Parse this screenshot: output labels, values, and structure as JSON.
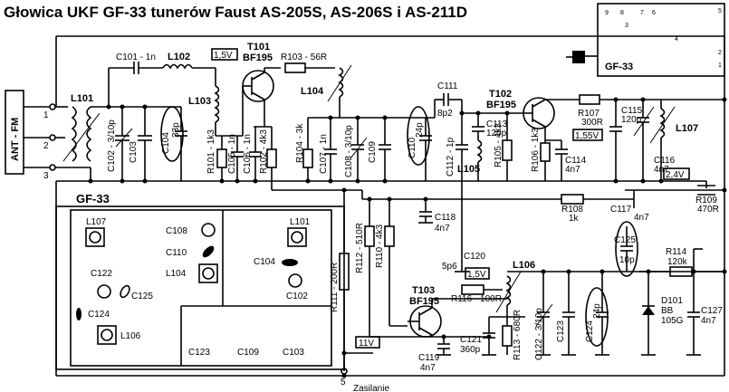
{
  "title": "Głowica UKF GF-33 tunerów Faust AS-205S, AS-206S i AS-211D",
  "antenna": {
    "label": "ANT - FM",
    "pins": [
      "1",
      "2",
      "3"
    ]
  },
  "supply": {
    "pin": "5",
    "label": "Zasilanie",
    "voltage": "11V"
  },
  "module_box": {
    "label": "GF-33",
    "pins": [
      "9",
      "8",
      "7",
      "6",
      "5",
      "4",
      "3",
      "2",
      "1"
    ]
  },
  "layout_box": {
    "label": "GF-33",
    "items": [
      "L107",
      "C108",
      "C110",
      "L104",
      "L101",
      "C104",
      "C102",
      "C122",
      "C125",
      "C124",
      "L106",
      "C123",
      "C109",
      "C103"
    ]
  },
  "transistors": [
    {
      "ref": "T101",
      "type": "BF195",
      "voltage": "1,5V"
    },
    {
      "ref": "T102",
      "type": "BF195",
      "voltage": "1,55V"
    },
    {
      "ref": "T103",
      "type": "BF195",
      "voltage": "1,5V"
    }
  ],
  "inductors": [
    "L101",
    "L102",
    "L103",
    "L104",
    "L105",
    "L106",
    "L107"
  ],
  "components": {
    "C101": "C101 - 1n",
    "R103": "R103 - 56R",
    "C111": "C111",
    "C111v": "8p2",
    "C102": "C102 - 3/10p",
    "C103": "C103",
    "C104": "C104",
    "C104v": "33p",
    "R101": "R101 - 1k3",
    "C105": "C105 - 1n",
    "C106": "C106 - 1n",
    "R102": "R102 - 4k3",
    "R104": "R104 - 3k",
    "C107": "C107 - 1n",
    "C108": "C108 - 3/10p",
    "C109": "C109",
    "C110": "C110",
    "C110v": "24p",
    "C112": "C112 - 1p",
    "C113": "C113",
    "C113v": "120p",
    "R105": "R105 - 4k3",
    "R106": "R106 - 1k3",
    "R107": "R107",
    "R107v": "300R",
    "C114": "C114",
    "C114v": "4n7",
    "C115": "C115",
    "C115v": "120p",
    "C116": "C116",
    "C116v": "4n7",
    "R108": "R108",
    "R108v": "1k",
    "C117": "C117",
    "C117v": "4n7",
    "R109": "R109",
    "R109v": "470R",
    "V24": "2,4V",
    "C118": "C118",
    "C118v": "4n7",
    "R111": "R111 - 200R",
    "R112": "R112 - 510R",
    "R110": "R110 - 4k3",
    "C120": "C120",
    "C120v": "5p6",
    "R116": "R116 - 100R",
    "C119": "C119",
    "C119v": "4n7",
    "C121": "C121",
    "C121v": "360p",
    "R113": "R113 - 680R",
    "C122": "C122 - 3/10p",
    "C123": "C123",
    "C124": "C124",
    "C124v": "24p",
    "C125": "C125",
    "C125v": "10p",
    "R114": "R114",
    "R114v": "120k",
    "D101": "D101",
    "D101v1": "BB",
    "D101v2": "105G",
    "C127": "C127",
    "C127v": "4n7"
  }
}
